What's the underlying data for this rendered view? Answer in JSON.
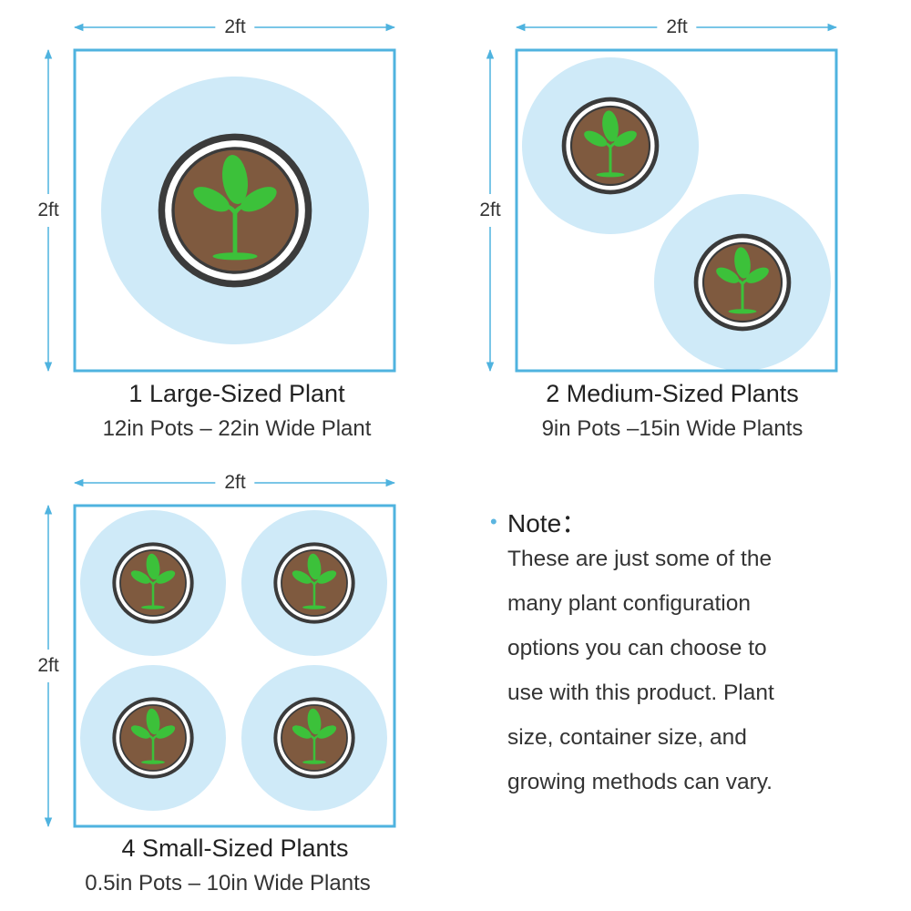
{
  "colors": {
    "frame": "#4fb3df",
    "halo": "#cfeaf8",
    "soil": "#7f5a3f",
    "ring": "#3b3b3b",
    "leaf": "#3cc13a"
  },
  "dimension_label": "2ft",
  "panels": [
    {
      "title": "1 Large-Sized Plant",
      "subtitle": "12in Pots – 22in Wide Plant",
      "plant_count": 1
    },
    {
      "title": "2 Medium-Sized Plants",
      "subtitle": "9in Pots –15in Wide Plants",
      "plant_count": 2
    },
    {
      "title": "4 Small-Sized Plants",
      "subtitle": "0.5in Pots – 10in Wide Plants",
      "plant_count": 4
    }
  ],
  "note": {
    "heading": "Note：",
    "lines": [
      "These are just some of the",
      "many plant configuration",
      "options you can choose to",
      "use with this product. Plant",
      "size, container size, and",
      "growing methods can vary."
    ]
  }
}
